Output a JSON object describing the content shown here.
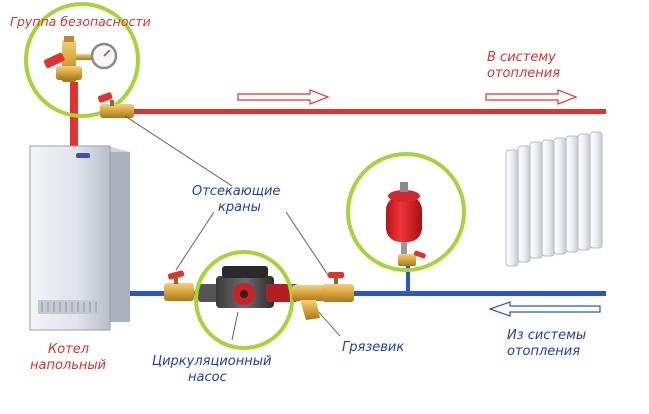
{
  "labels": {
    "safety_group": "Группа безопасности",
    "to_heating_line1": "В систему",
    "to_heating_line2": "отопления",
    "shutoff_line1": "Отсекающие",
    "shutoff_line2": "краны",
    "boiler_line1": "Котел",
    "boiler_line2": "напольный",
    "pump_line1": "Циркуляционный",
    "pump_line2": "насос",
    "strainer": "Грязевик",
    "from_heating_line1": "Из системы",
    "from_heating_line2": "отопления"
  },
  "colors": {
    "supply_pipe": "#e5302c",
    "return_pipe": "#2b55c9",
    "highlight_circle": "#a6d53a",
    "label_red": "#e0312e",
    "label_blue": "#1f3fae"
  },
  "icons": [
    "safety-group-icon",
    "boiler-icon",
    "circulation-pump-icon",
    "expansion-tank-icon",
    "radiator-icon",
    "strainer-icon",
    "ball-valve-icon",
    "flow-arrow-icon"
  ]
}
